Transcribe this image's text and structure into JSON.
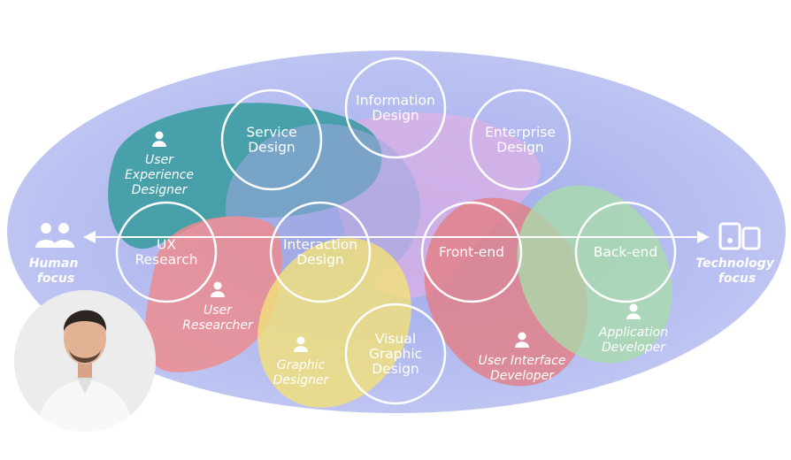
{
  "nodes": [
    {
      "id": "service-design",
      "lines": [
        "Service",
        "Design"
      ]
    },
    {
      "id": "information-design",
      "lines": [
        "Information",
        "Design"
      ]
    },
    {
      "id": "enterprise-design",
      "lines": [
        "Enterprise",
        "Design"
      ]
    },
    {
      "id": "ux-research",
      "lines": [
        "UX",
        "Research"
      ]
    },
    {
      "id": "interaction-design",
      "lines": [
        "Interaction",
        "Design"
      ]
    },
    {
      "id": "front-end",
      "lines": [
        "Front-end"
      ]
    },
    {
      "id": "back-end",
      "lines": [
        "Back-end"
      ]
    },
    {
      "id": "visual-graphic-design",
      "lines": [
        "Visual",
        "Graphic",
        "Design"
      ]
    }
  ],
  "roles": [
    {
      "id": "user-experience-designer",
      "lines": [
        "User",
        "Experience",
        "Designer"
      ],
      "color": "#2f9a9a"
    },
    {
      "id": "user-researcher",
      "lines": [
        "User",
        "Researcher"
      ],
      "color": "#f08a8a"
    },
    {
      "id": "graphic-designer",
      "lines": [
        "Graphic",
        "Designer"
      ],
      "color": "#f2e07a"
    },
    {
      "id": "user-interface-developer",
      "lines": [
        "User Interface",
        "Developer"
      ],
      "color": "#e37f86"
    },
    {
      "id": "application-developer",
      "lines": [
        "Application",
        "Developer"
      ],
      "color": "#a9dca9"
    }
  ],
  "axis": {
    "left_label": [
      "Human",
      "focus"
    ],
    "right_label": [
      "Technology",
      "focus"
    ],
    "left_icon": "people-icon",
    "right_icon": "devices-icon"
  },
  "colors": {
    "background_oval": "#aeb6ee",
    "circle_stroke": "#ffffff",
    "information_blob": "#dcb2e6"
  }
}
